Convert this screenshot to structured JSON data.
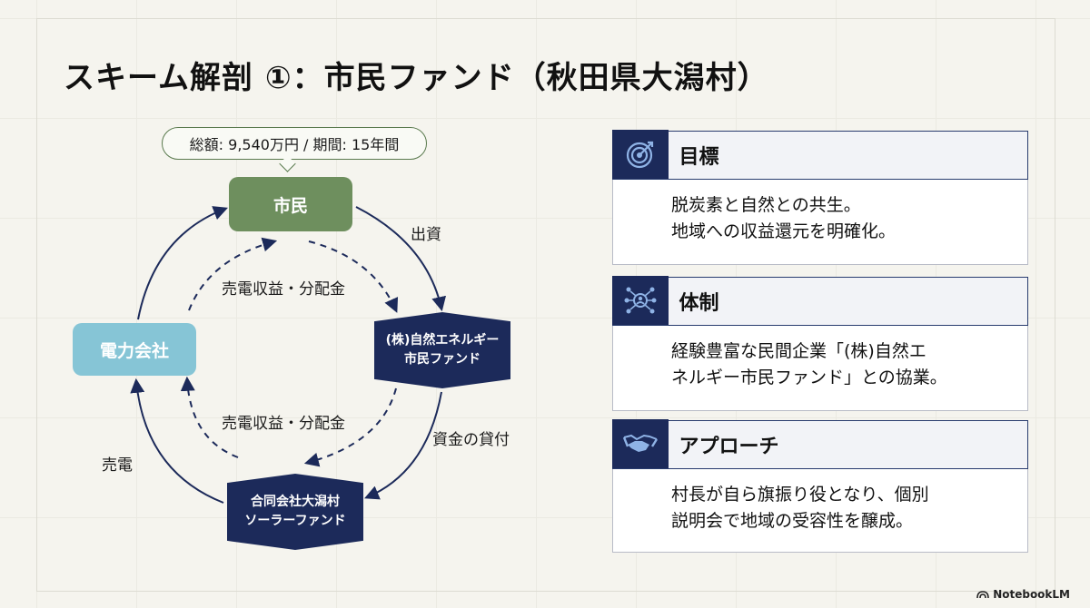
{
  "title": "スキーム解剖 ①：市民ファンド（秋田県大潟村）",
  "diagram": {
    "callout": "総額: 9,540万円 / 期間: 15年間",
    "nodes": {
      "citizen": "市民",
      "power_company": "電力会社",
      "fund_line1": "(株)自然エネルギー",
      "fund_line2": "市民ファンド",
      "solar_line1": "合同会社大潟村",
      "solar_line2": "ソーラーファンド"
    },
    "labels": {
      "investment": "出資",
      "loan": "資金の貸付",
      "sell_power": "売電",
      "dividend_upper": "売電収益・分配金",
      "dividend_lower": "売電収益・分配金"
    }
  },
  "panels": [
    {
      "title": "目標",
      "icon": "target-icon",
      "line1": "脱炭素と自然との共生。",
      "line2": "地域への収益還元を明確化。"
    },
    {
      "title": "体制",
      "icon": "network-people-icon",
      "line1": "経験豊富な民間企業「(株)自然エ",
      "line2": "ネルギー市民ファンド」との協業。"
    },
    {
      "title": "アプローチ",
      "icon": "handshake-icon",
      "line1": "村長が自ら旗振り役となり、個別",
      "line2": "説明会で地域の受容性を醸成。"
    }
  ],
  "brand": "NotebookLM",
  "colors": {
    "navy": "#1c2a5a",
    "green": "#6e8f5e",
    "light_blue": "#86c5d6"
  }
}
